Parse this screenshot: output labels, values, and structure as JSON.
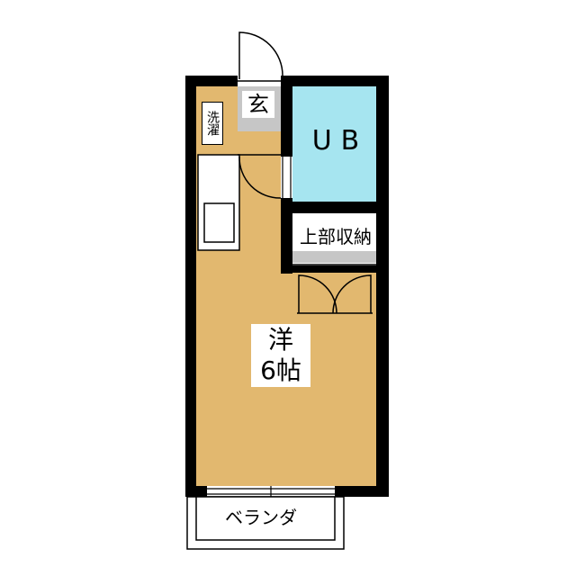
{
  "rooms": {
    "entrance_label": "玄",
    "washer_label": "洗濯",
    "bath_label": "UB",
    "storage_label": "上部収納",
    "main_room_type": "洋",
    "main_room_size": "6帖",
    "balcony_label": "ベランダ"
  },
  "colors": {
    "wall": "#000000",
    "floor": "#e2b86f",
    "bath": "#a6e5f0",
    "gray": "#c6c6c6",
    "background": "#ffffff"
  }
}
